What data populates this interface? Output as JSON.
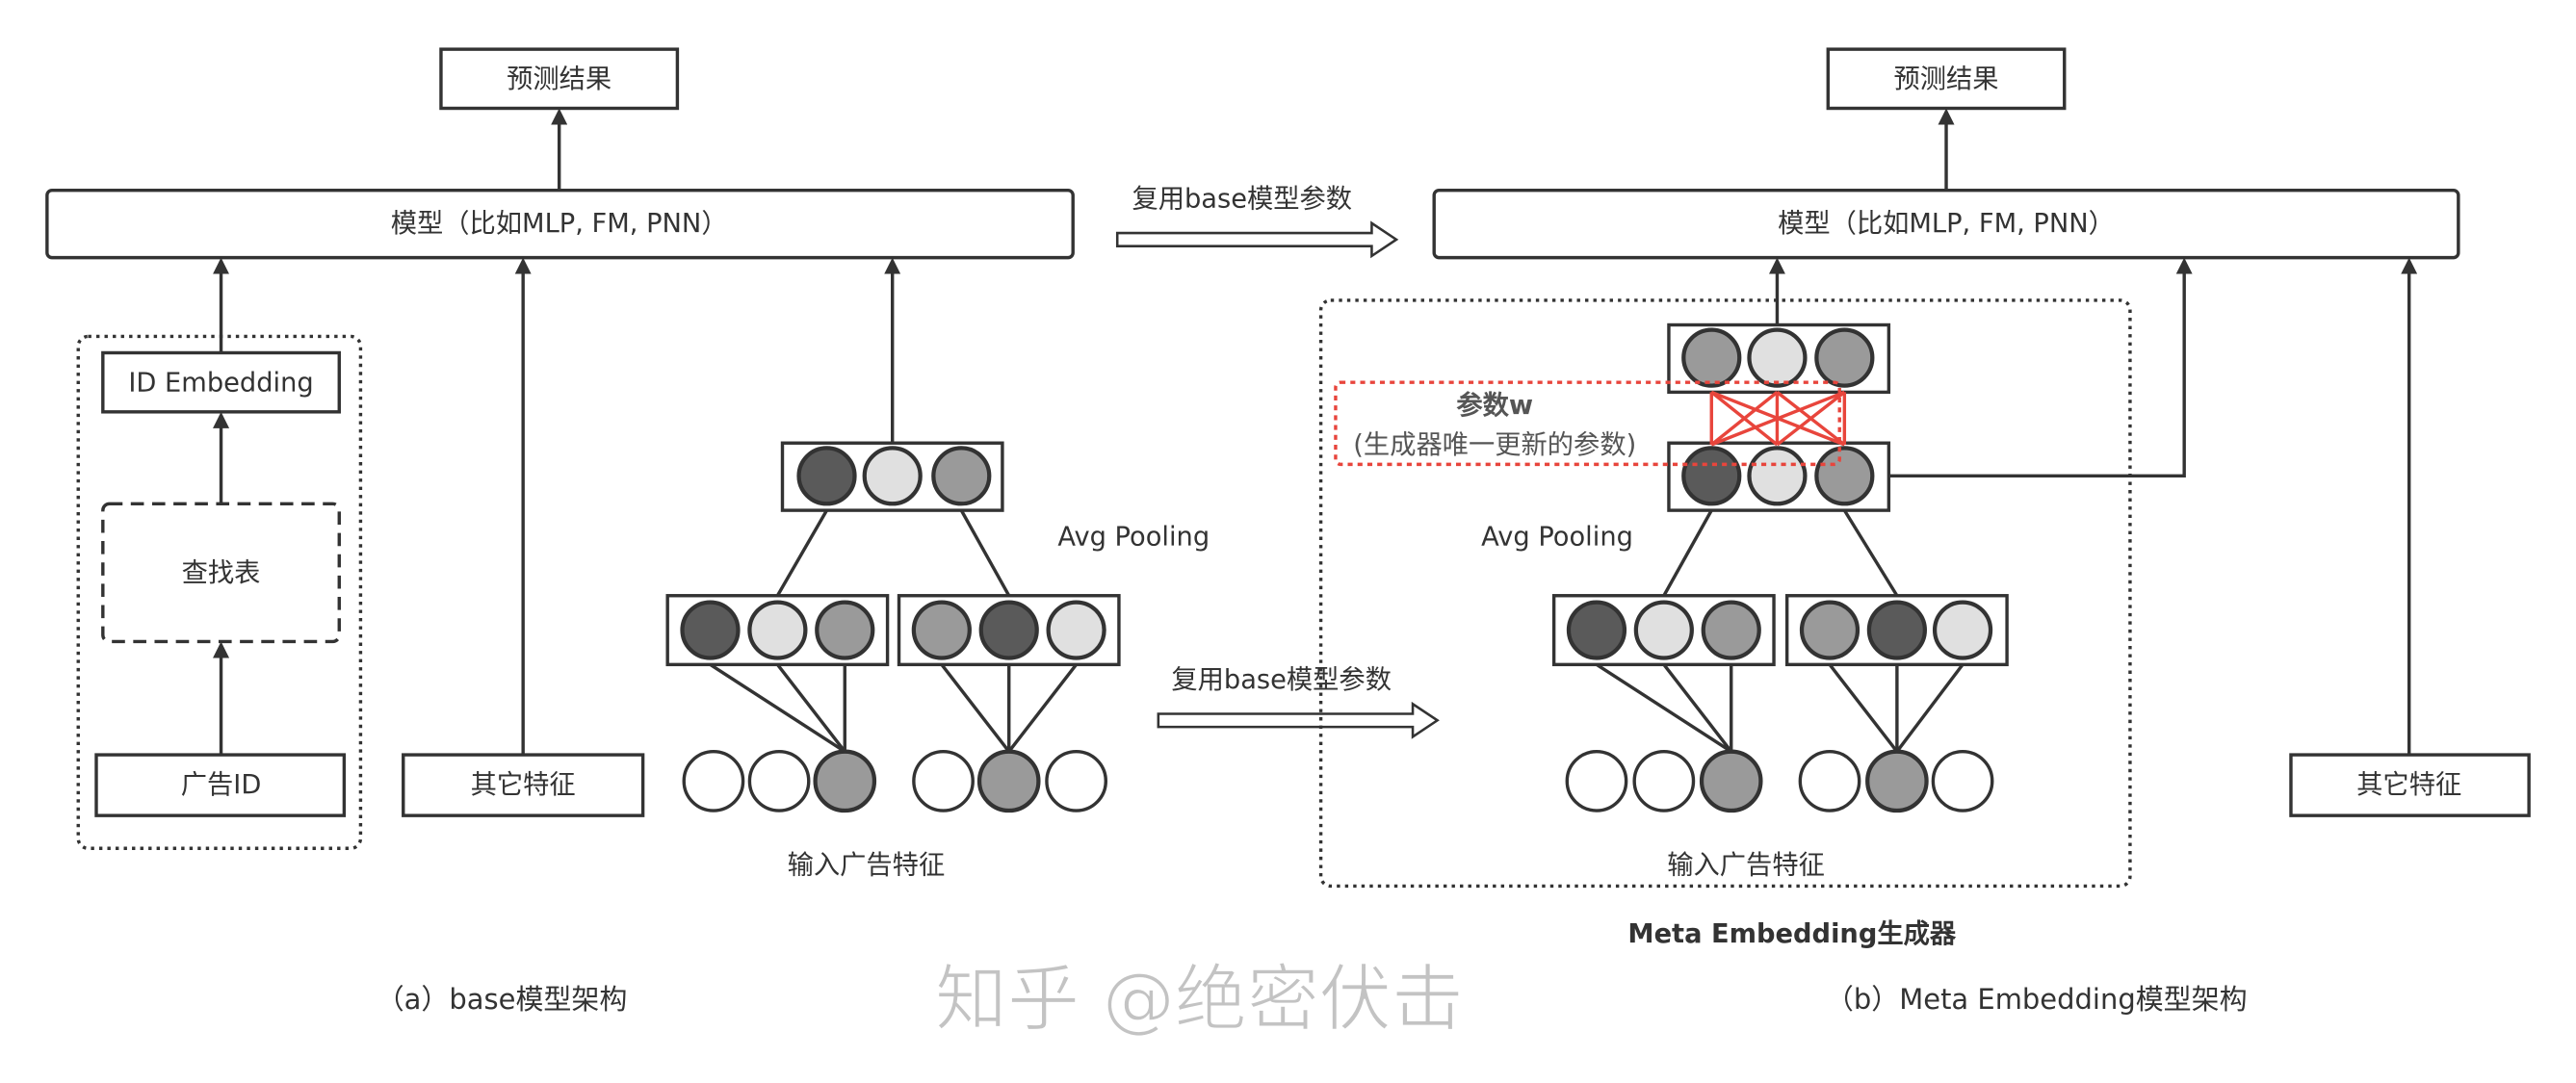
{
  "left": {
    "prediction": "预测结果",
    "model": "模型（比如MLP, FM, PNN）",
    "id_embedding": "ID Embedding",
    "lookup_table": "查找表",
    "ad_id": "广告ID",
    "other_features": "其它特征",
    "avg_pooling": "Avg Pooling",
    "input_ad_features": "输入广告特征",
    "caption": "（a）base模型架构"
  },
  "middle": {
    "reuse_top": "复用base模型参数",
    "reuse_bottom": "复用base模型参数"
  },
  "right": {
    "prediction": "预测结果",
    "model": "模型（比如MLP, FM, PNN）",
    "param_w": "参数w",
    "param_note": "(生成器唯一更新的参数)",
    "avg_pooling": "Avg Pooling",
    "input_ad_features": "输入广告特征",
    "other_features": "其它特征",
    "generator_label": "Meta Embedding生成器",
    "caption": "（b）Meta Embedding模型架构"
  },
  "watermark": "知乎 @绝密伏击",
  "colors": {
    "accent": "#e8453c",
    "dark_node": "#5a5a5a",
    "mid_node": "#9a9a9a",
    "light_node": "#e0e0e0"
  }
}
